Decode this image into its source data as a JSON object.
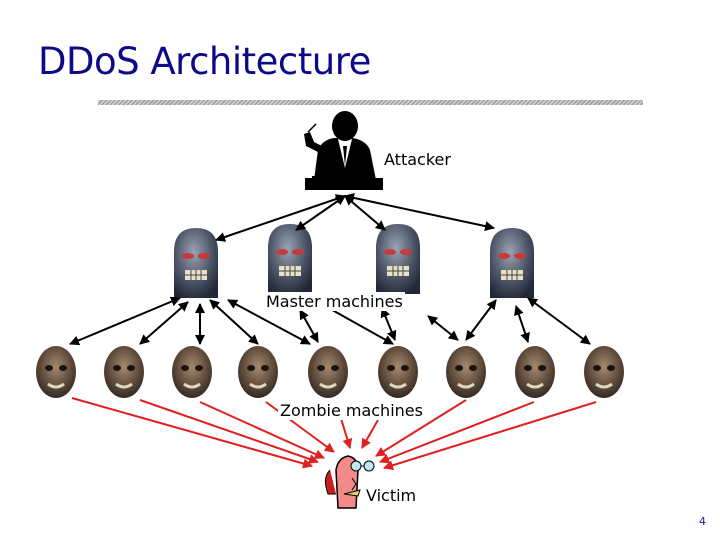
{
  "slide": {
    "title": "DDoS Architecture",
    "page_number": "4"
  },
  "diagram": {
    "attacker_label": "Attacker",
    "master_label": "Master machines",
    "zombie_label": "Zombie machines",
    "victim_label": "Victim",
    "master_count": 4,
    "zombie_count": 9,
    "control_arrow_color": "#000000",
    "attack_arrow_color": "#e02020"
  }
}
